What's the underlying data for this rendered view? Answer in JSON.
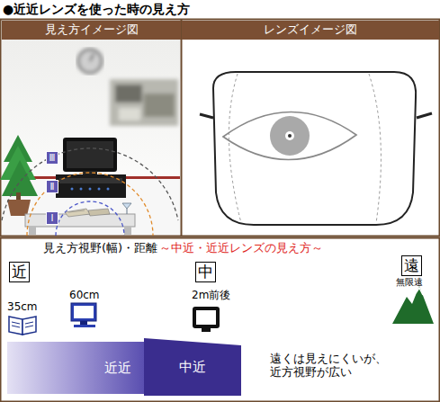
{
  "diagram": {
    "title": "●近近レンズを使った時の見え方",
    "nodes": [
      {
        "text": [
          "見え方イメージ図"
        ]
      },
      {
        "text": [
          "レンズイメージ図"
        ]
      },
      {
        "text": [
          "Ⅲ"
        ]
      },
      {
        "text": [
          "Ⅱ"
        ]
      },
      {
        "text": [
          "Ⅰ"
        ]
      },
      {
        "text": [
          "近"
        ]
      },
      {
        "text": [
          "中"
        ]
      },
      {
        "text": [
          "遠"
        ]
      },
      {
        "text": [
          "近近"
        ]
      },
      {
        "text": [
          "中近"
        ]
      }
    ],
    "labels": [
      "見え方視野(幅)・距離",
      "～中近・近近レンズの見え方～",
      "無限遠",
      "60cm",
      "2m前後",
      "35cm",
      "遠くは見えにくいが、 近方視野が広い"
    ]
  }
}
